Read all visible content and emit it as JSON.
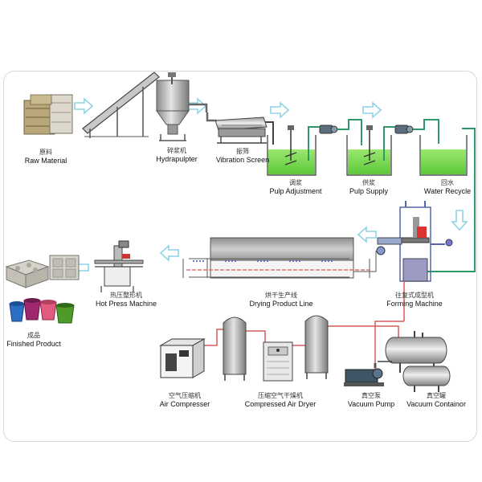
{
  "labels": {
    "raw_material": {
      "cn": "原料",
      "en": "Raw Material"
    },
    "hydrapulpter": {
      "cn": "碎浆机",
      "en": "Hydrapulpter"
    },
    "vibration_screen": {
      "cn": "振筛",
      "en": "Vibration Screen"
    },
    "pulp_adjustment": {
      "cn": "调浆",
      "en": "Pulp Adjustment"
    },
    "pulp_supply": {
      "cn": "供浆",
      "en": "Pulp Supply"
    },
    "water_recycle": {
      "cn": "回水",
      "en": "Water Recycle"
    },
    "forming_machine": {
      "cn": "往复式成型机",
      "en": "Forming Machine"
    },
    "drying_line": {
      "cn": "烘干生产线",
      "en": "Drying Product Line"
    },
    "hot_press": {
      "cn": "热压整形机",
      "en": "Hot Press Machine"
    },
    "finished_product": {
      "cn": "成品",
      "en": "Finished Product"
    },
    "air_compressor": {
      "cn": "空气压缩机",
      "en": "Air Compresser"
    },
    "air_dryer": {
      "cn": "压缩空气干燥机",
      "en": "Compressed Air Dryer"
    },
    "vacuum_pump": {
      "cn": "真空泵",
      "en": "Vacuum Pump"
    },
    "vacuum_container": {
      "cn": "真空罐",
      "en": "Vacuum Containor"
    }
  },
  "colors": {
    "arrow": "#8fd4e6",
    "pipe_water": "#2e9a6a",
    "pipe_air": "#d65a5a",
    "tank_water": "#7ed957",
    "steel": "#b8b8b8"
  }
}
